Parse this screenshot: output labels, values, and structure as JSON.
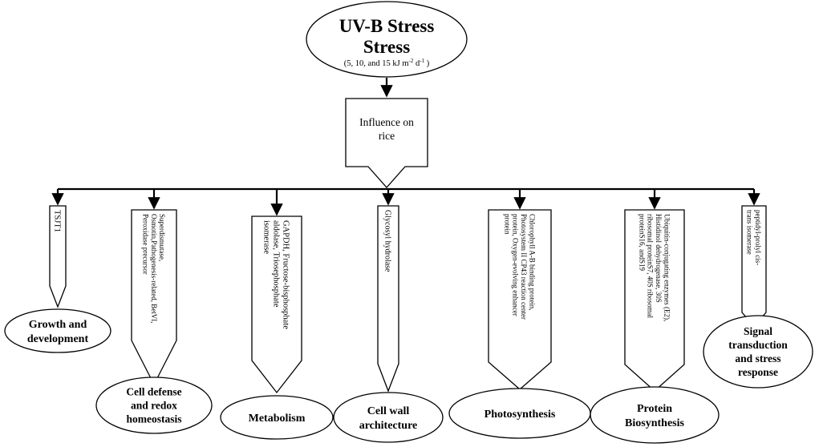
{
  "root": {
    "title_line1": "UV-B Stress",
    "title_line2": "Stress",
    "dose_main": "(5, 10, and 15 kJ m",
    "dose_sup1": "-2",
    "dose_d": " d",
    "dose_sup2": "-1",
    "dose_end": " )"
  },
  "center_box": {
    "line1": "Influence on",
    "line2": "rice"
  },
  "branches": [
    {
      "id": "growth",
      "proteins": [
        "TSJT1"
      ],
      "category": [
        "Growth  and",
        "development"
      ]
    },
    {
      "id": "defense",
      "proteins": [
        "Superdismutase,",
        "Osmotin,Pathogenesis-related, BetVI,",
        "Peroxidase precursor"
      ],
      "category": [
        "Cell defense",
        "and redox",
        "homeostasis"
      ]
    },
    {
      "id": "metabolism",
      "proteins": [
        "GAPDH,  Fructose-bisphosphate",
        "aldolase, Triosephosphate",
        "isomerase"
      ],
      "category": [
        "Metabolism"
      ]
    },
    {
      "id": "cellwall",
      "proteins": [
        "Glycosyl hydrolase"
      ],
      "category": [
        "Cell wall",
        "architecture"
      ]
    },
    {
      "id": "photosynthesis",
      "proteins": [
        "Chlorophyll A-B binding protein,",
        "Photosystem II CP43 reaction center",
        "protein, Oxygen-evolving enhancer",
        "protein"
      ],
      "category": [
        "Photosynthesis"
      ]
    },
    {
      "id": "protein",
      "proteins": [
        "Ubiquitin-conjugating enzymes (E2),",
        "Histidinol dehydrogenase, 30S",
        "ribosomal proteinS7, 40S ribosomal",
        "proteinS16, andS19"
      ],
      "category": [
        "Protein",
        "Biosynthesis"
      ]
    },
    {
      "id": "signal",
      "proteins": [
        "peptidyl-prolyl cis-",
        "trans isomerase"
      ],
      "category": [
        "Signal",
        "transduction",
        "and stress",
        "response"
      ]
    }
  ]
}
